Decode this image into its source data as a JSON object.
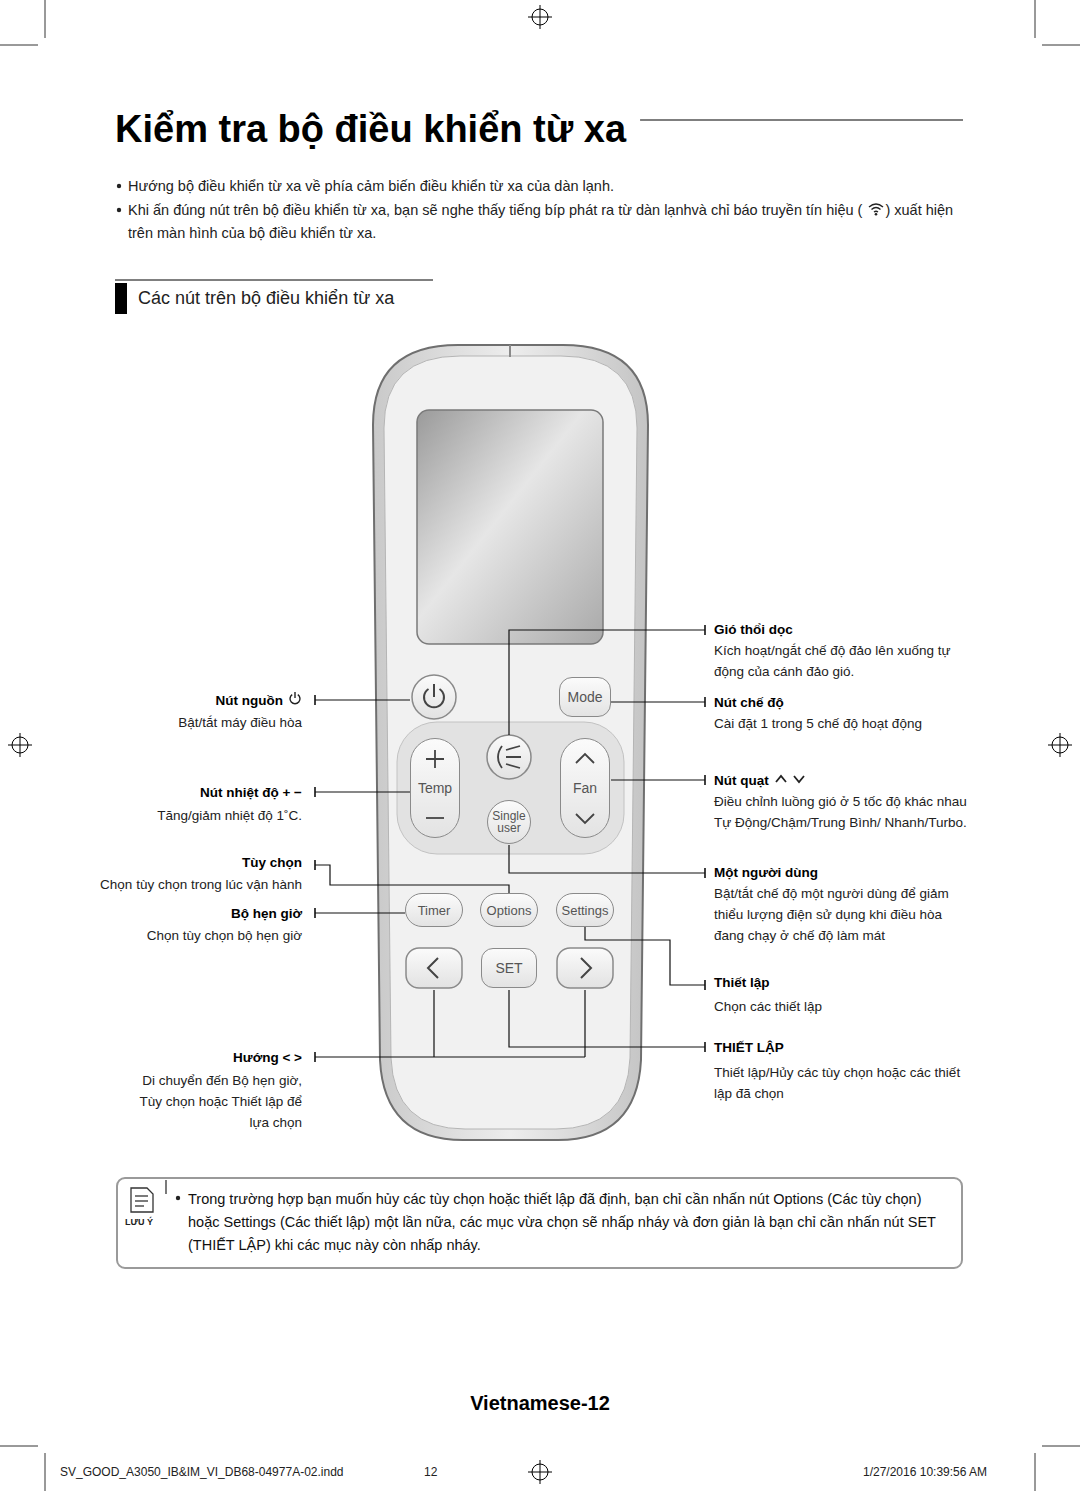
{
  "diagram": {
    "title": "Kiểm tra bộ điều khiển từ xa",
    "nodes": [
      {
        "text": [
          "Mode"
        ]
      },
      {
        "text": [
          "Temp"
        ]
      },
      {
        "text": [
          "Fan"
        ]
      },
      {
        "text": [
          "Single user"
        ]
      },
      {
        "text": [
          "Timer"
        ]
      },
      {
        "text": [
          "Options"
        ]
      },
      {
        "text": [
          "Settings"
        ]
      },
      {
        "text": [
          "SET"
        ]
      },
      {
        "text": [
          "LƯU Ý",
          "Trong trường hợp bạn muốn hủy các tùy chọn hoặc thiết lập đã định, bạn chỉ cần nhấn nút Options (Các tùy chọn) hoặc Settings (Các thiết lập) một lần nữa, các mục vừa chọn sẽ nhấp nháy và đơn giản là bạn chỉ cần nhấn nút SET (THIẾT LẬP) khi các mục này còn nhấp nháy."
        ]
      }
    ],
    "edges": [],
    "labels": [
      "Hướng bộ điều khiển từ xa về phía cảm biến điều khiển từ xa của dàn lạnh.",
      "Khi ấn đúng nút trên bộ điều khiển từ xa, bạn sẽ nghe thấy tiếng bíp phát ra từ dàn lạnhvà chỉ báo truyền tín hiệu (",
      ") xuất hiện trên màn hình của bộ điều khiển từ xa.",
      "Các nút trên bộ điều khiển từ xa",
      "Gió thổi dọc",
      "Kích hoạt/ngắt chế độ đảo lên xuống tự động của cánh đảo gió.",
      "Nút nguồn",
      "Bật/tắt máy điều hòa",
      "Nút chế độ",
      "Cài đặt 1 trong 5 chế độ hoạt động",
      "Nút nhiệt độ + −",
      "Tăng/giảm nhiệt độ 1˚C.",
      "Nút quạt",
      "Điều chỉnh luồng gió ở 5 tốc độ khác nhau Tự Động/Chậm/Trung Bình/ Nhanh/Turbo.",
      "Tùy chọn",
      "Chọn tùy chọn trong lúc vận hành",
      "Một người dùng",
      "Bật/tắt chế độ một người dùng để giảm thiểu lượng điện sử dụng khi điều hòa đang chạy ở chế độ làm mát",
      "Bộ hẹn giờ",
      "Chọn tùy chọn bộ hẹn giờ",
      "Thiết lập",
      "Chọn các thiết lập",
      "Hướng < >",
      "Di chuyển đến Bộ hẹn giờ, Tùy chọn hoặc Thiết lập để lựa chọn",
      "THIẾT LẬP",
      "Thiết lập/Hủy các tùy chọn hoặc các thiết lập đã chọn",
      "Vietnamese-12",
      "SV_GOOD_A3050_IB&IM_VI_DB68-04977A-02.indd",
      "12",
      "1/27/2016 10:39:56 AM"
    ]
  }
}
